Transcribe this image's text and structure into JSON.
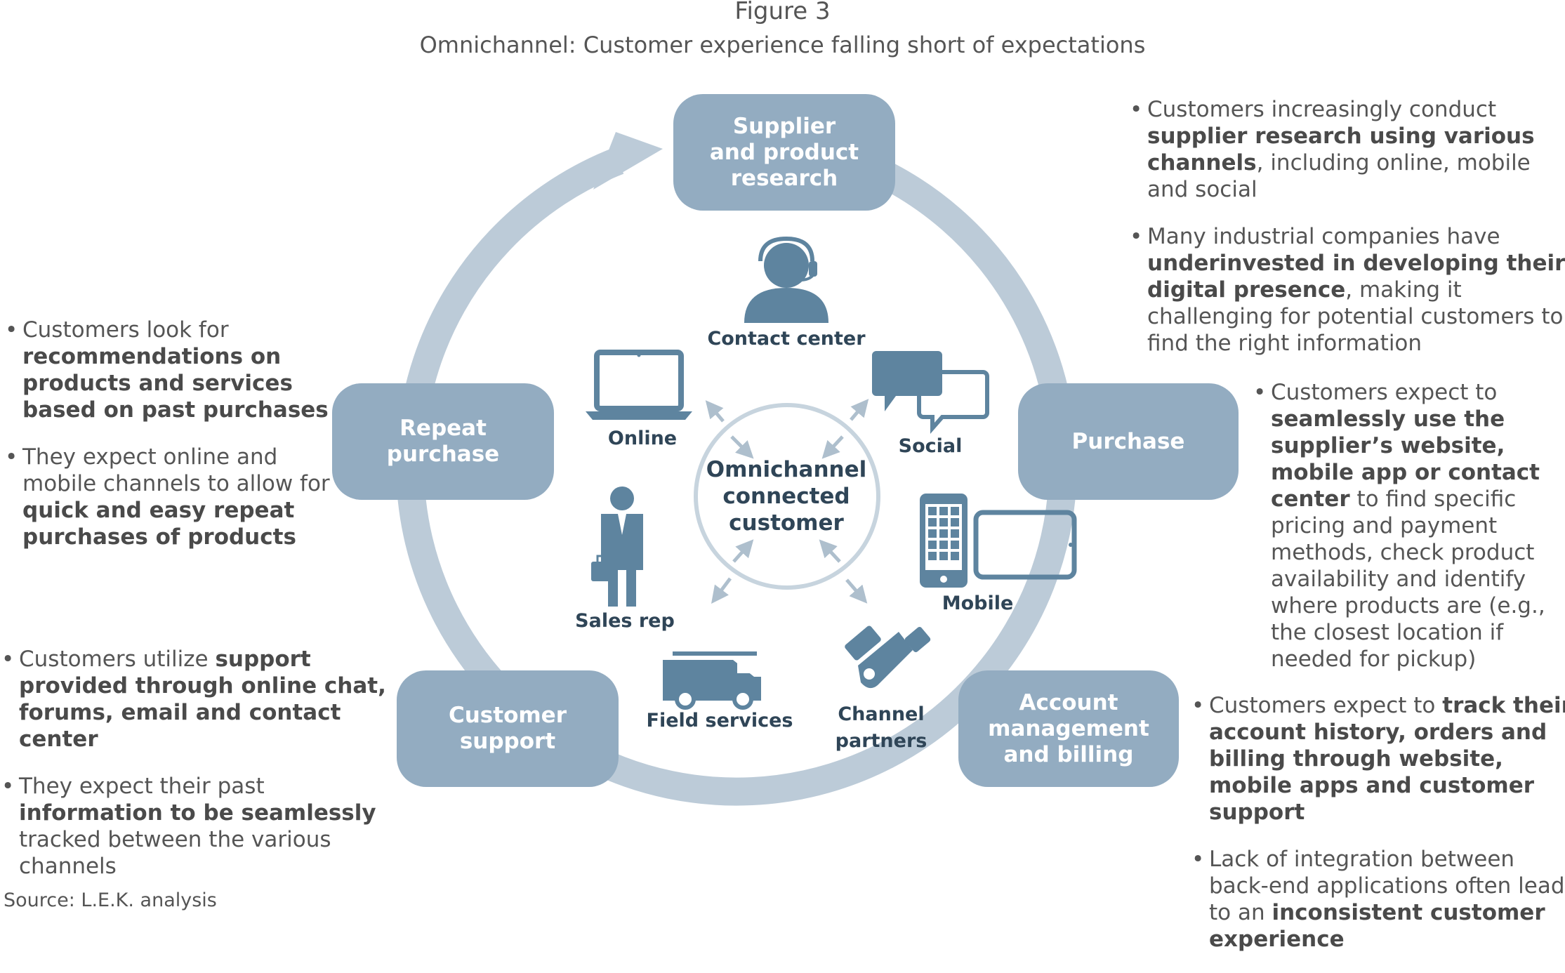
{
  "figure_label": "Figure 3",
  "title": "Omnichannel: Customer experience falling short of expectations",
  "center": "Omnichannel\nconnected\ncustomer",
  "stages": {
    "research": "Supplier\nand product\nresearch",
    "purchase": "Purchase",
    "billing": "Account\nmanagement\nand billing",
    "support": "Customer\nsupport",
    "repeat": "Repeat\npurchase"
  },
  "channels": {
    "contact_center": "Contact center",
    "social": "Social",
    "mobile": "Mobile",
    "channel_partners": "Channel\npartners",
    "field_services": "Field services",
    "sales_rep": "Sales rep",
    "online": "Online"
  },
  "notes": {
    "research": [
      {
        "p1": "Customers increasingly conduct ",
        "b1": "supplier research using various channels",
        "p2": ", including online, mobile and social"
      },
      {
        "p1": "Many industrial companies have ",
        "b1": "underinvested in developing their digital presence",
        "p2": ", making it challenging for potential customers to find the right information"
      }
    ],
    "purchase": [
      {
        "p1": "Customers expect to ",
        "b1": "seamlessly use the supplier’s website, mobile app or contact center",
        "p2": " to find specific pricing and payment methods, check product availability and identify where products are (e.g., the closest location if needed for pickup)"
      }
    ],
    "billing": [
      {
        "p1": "Customers expect to ",
        "b1": "track their account history, orders and billing through website, mobile apps and customer support",
        "p2": ""
      },
      {
        "p1": "Lack of integration between back-end applications often leads to an ",
        "b1": "inconsistent customer experience",
        "p2": ""
      }
    ],
    "repeat": [
      {
        "p1": "Customers look for ",
        "b1": "recommendations on products and services based on past purchases",
        "p2": ""
      },
      {
        "p1": "They expect online and mobile channels to allow for ",
        "b1": "quick and easy repeat purchases of products",
        "p2": ""
      }
    ],
    "support": [
      {
        "p1": "Customers utilize ",
        "b1": "support provided through online chat, forums, email and contact center",
        "p2": ""
      },
      {
        "p1": "They expect their past ",
        "b1": "information to be seamlessly",
        "p2": " tracked between the various channels"
      }
    ]
  },
  "source": "Source: L.E.K. analysis",
  "colors": {
    "ring": "#bccbd8",
    "box": "#93acc1",
    "icon": "#5e849f",
    "label_dark": "#2f4557",
    "text": "#555555"
  }
}
